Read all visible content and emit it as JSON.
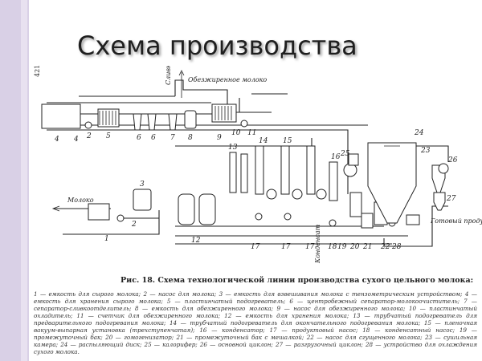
{
  "slide": {
    "title": "Схема производства",
    "page_number": "421"
  },
  "diagram": {
    "labels": {
      "sliv": "Сливки",
      "skim": "Обезжиренное молоко",
      "milk": "Молоко",
      "condensate": "Конденсат",
      "product": "Готовый продукт на фасование"
    },
    "numbers": [
      "1",
      "2",
      "3",
      "4",
      "5",
      "6",
      "7",
      "8",
      "9",
      "10",
      "11",
      "12",
      "13",
      "14",
      "15",
      "16",
      "17",
      "18",
      "19",
      "20",
      "21",
      "22",
      "23",
      "24",
      "25",
      "26",
      "27",
      "28"
    ]
  },
  "caption": "Рис. 18. Схема технологической линии производства сухого цельного молока:",
  "legend_text": "1 — емкость для сырого молока; 2 — насос для молока; 3 — емкость для взвешивания молока с тензометрическим устройством; 4 — емкость для хранения сырого молока; 5 — пластинчатый подогреватель; 6 — центробежный сепаратор-молокоочиститель; 7 — сепаратор-сливкоотделитель; 8 — емкость для обезжиренного молока; 9 — насос для обезжиренного молока; 10 — пластинчатый охладитель; 11 — счетчик для обезжиренного молока; 12 — емкость для хранения молока; 13 — трубчатый подогреватель для предварительного подогревания молока; 14 — трубчатый подогреватель для окончательного подогревания молока; 15 — пленочная вакуум-выпарная установка (трехступенчатая); 16 — конденсатор; 17 — продуктовый насос; 18 — конденсатный насос; 19 — промежуточный бак; 20 — гомогенизатор; 21 — промежуточный бак с мешалкой; 22 — насос для сгущенного молока; 23 — сушильная камера; 24 — распыляющий диск; 25 — калорифер; 26 — основной циклон; 27 — разгрузочный циклон; 28 — устройство для охлаждения сухого молока."
}
